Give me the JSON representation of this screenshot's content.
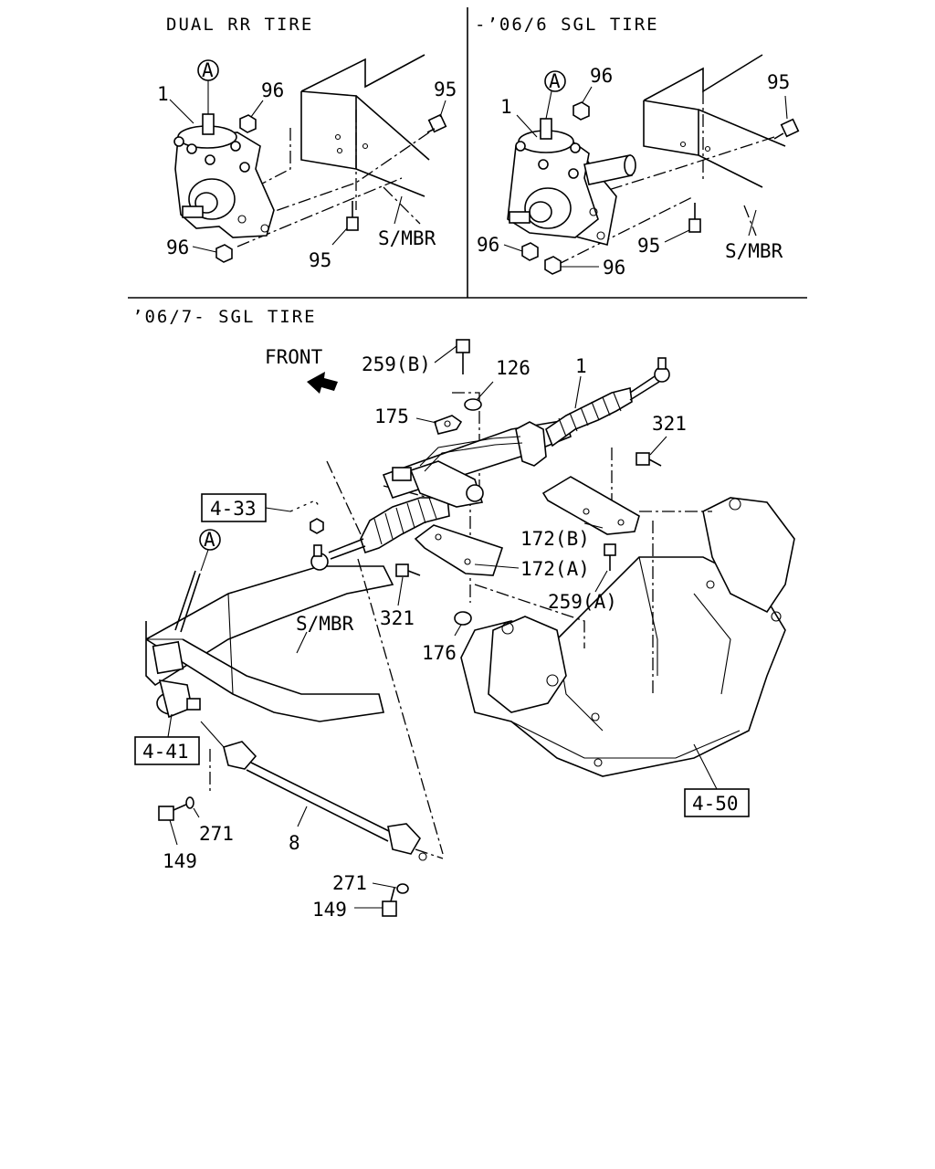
{
  "sections": {
    "top_left": "DUAL RR TIRE",
    "top_right": "-’06/6  SGL TIRE",
    "bottom": "’06/7-  SGL TIRE"
  },
  "front_label": "FRONT",
  "circle_marker": "A",
  "top_left_labels": {
    "p1": "1",
    "p96a": "96",
    "p95a": "95",
    "p96b": "96",
    "p95b": "95",
    "mbr": "S/MBR"
  },
  "top_right_labels": {
    "p1": "1",
    "p96a": "96",
    "p95a": "95",
    "p96b": "96",
    "p95b": "95",
    "p96c": "96",
    "mbr": "S/MBR"
  },
  "bottom_labels": {
    "p259b": "259(B)",
    "p126": "126",
    "p1": "1",
    "p175": "175",
    "p321a": "321",
    "p172b": "172(B)",
    "p172a": "172(A)",
    "p259a": "259(A)",
    "p321b": "321",
    "p176": "176",
    "mbr": "S/MBR",
    "p271a": "271",
    "p149a": "149",
    "p8": "8",
    "p271b": "271",
    "p149b": "149"
  },
  "ref_boxes": {
    "r433": "4-33",
    "r441": "4-41",
    "r450": "4-50"
  }
}
